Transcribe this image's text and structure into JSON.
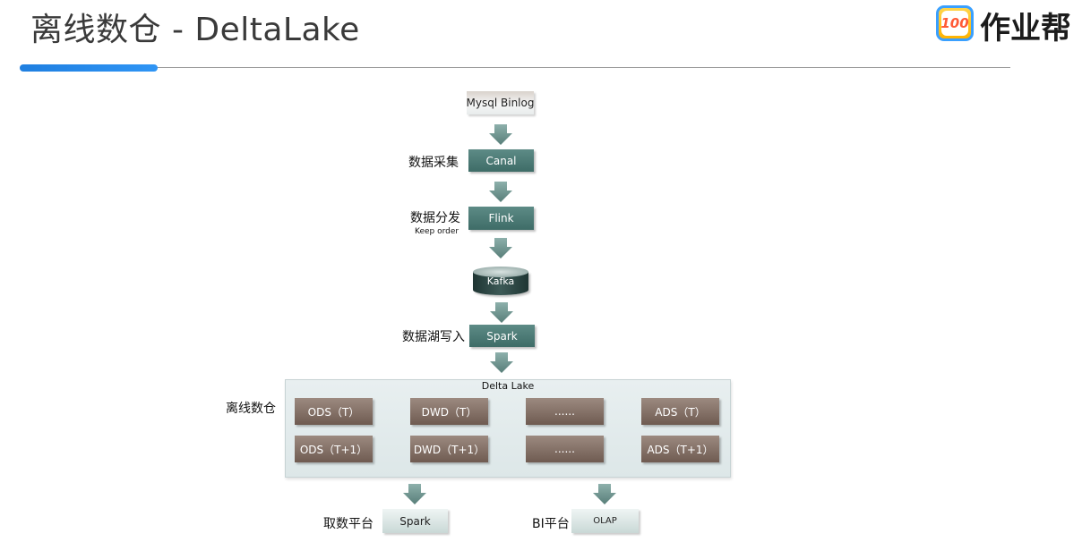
{
  "header": {
    "title": "离线数仓 - DeltaLake",
    "brand_logo_text": "100",
    "brand_name": "作业帮"
  },
  "flow": {
    "source": "Mysql Binlog",
    "collect_label": "数据采集",
    "collect_box": "Canal",
    "dist_label": "数据分发",
    "dist_sub": "Keep order",
    "dist_box": "Flink",
    "queue_box": "Kafka",
    "write_label": "数据湖写入",
    "write_box": "Spark"
  },
  "lake": {
    "title": "Delta Lake",
    "side_label": "离线数仓",
    "rows": [
      [
        "ODS（T）",
        "DWD（T）",
        "......",
        "ADS（T）"
      ],
      [
        "ODS（T+1）",
        "DWD（T+1）",
        "......",
        "ADS（T+1）"
      ]
    ]
  },
  "outputs": [
    {
      "label": "取数平台",
      "box": "Spark"
    },
    {
      "label": "BI平台",
      "box": "OLAP"
    }
  ],
  "colors": {
    "teal": "#4a7a75",
    "brown": "#7e6a60",
    "accent": "#2f95f5",
    "arrow": "#6f9590"
  }
}
